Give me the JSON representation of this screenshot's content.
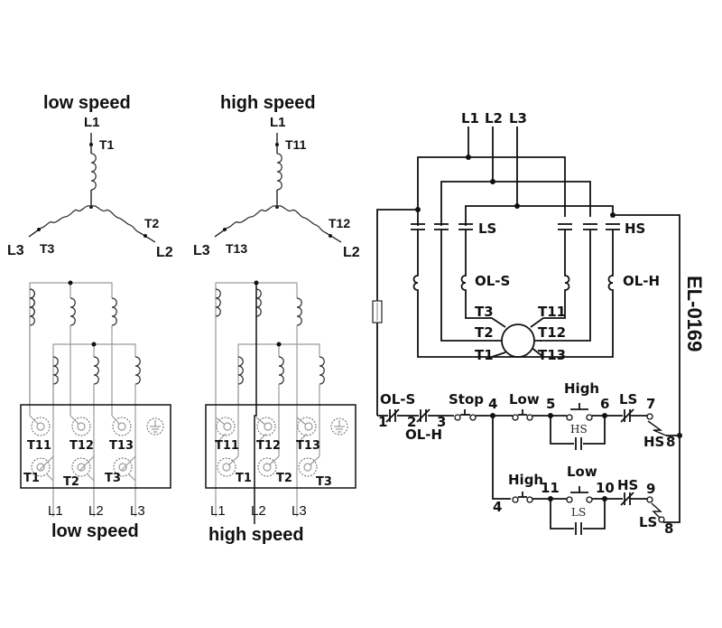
{
  "document_id": "EL-0169",
  "wye_diagrams": [
    {
      "title": "low speed",
      "lines": [
        "L1",
        "L2",
        "L3"
      ],
      "terminals": [
        "T1",
        "T2",
        "T3"
      ]
    },
    {
      "title": "high speed",
      "lines": [
        "L1",
        "L2",
        "L3"
      ],
      "terminals": [
        "T11",
        "T12",
        "T13"
      ]
    }
  ],
  "terminal_boxes": [
    {
      "title": "low speed",
      "top_terminals": [
        "T11",
        "T12",
        "T13"
      ],
      "bottom_terminals": [
        "T1",
        "T2",
        "T3"
      ],
      "lines": [
        "L1",
        "L2",
        "L3"
      ],
      "ground_symbol": "ground-icon"
    },
    {
      "title": "high speed",
      "top_terminals": [
        "T11",
        "T12",
        "T13"
      ],
      "bottom_terminals": [
        "T1",
        "T2",
        "T3"
      ],
      "lines": [
        "L1",
        "L2",
        "L3"
      ],
      "ground_symbol": "ground-icon"
    }
  ],
  "power_circuit": {
    "supply_lines": [
      "L1",
      "L2",
      "L3"
    ],
    "contactor_low": "LS",
    "contactor_high": "HS",
    "overload_low": "OL-S",
    "overload_high": "OL-H",
    "motor_left_terminals": [
      "T3",
      "T2",
      "T1"
    ],
    "motor_right_terminals": [
      "T11",
      "T12",
      "T13"
    ]
  },
  "control_circuit": {
    "rung1": {
      "ol_s": "OL-S",
      "ol_h": "OL-H",
      "stop": "Stop",
      "low": "Low",
      "high": "High",
      "seal_in": "HS",
      "interlock": "LS",
      "coil": "HS",
      "nodes": [
        "1",
        "2",
        "3",
        "4",
        "5",
        "6",
        "7",
        "8"
      ]
    },
    "rung2": {
      "high": "High",
      "low": "Low",
      "seal_in": "LS",
      "interlock": "HS",
      "coil": "LS",
      "nodes": [
        "4",
        "11",
        "10",
        "9",
        "8"
      ]
    }
  }
}
